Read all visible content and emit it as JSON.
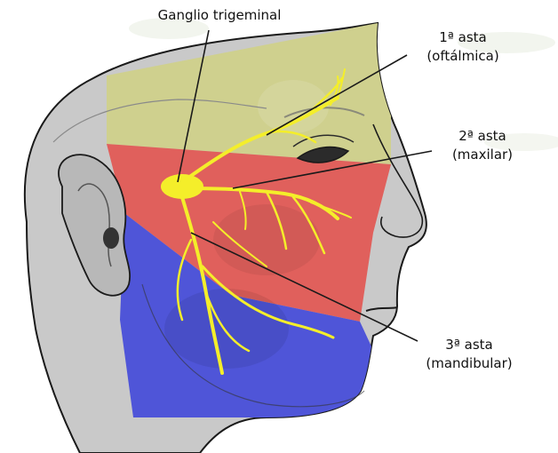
{
  "labels": {
    "ganglion": "Ganglio trigeminal",
    "branch1": {
      "line1": "1ª asta",
      "line2": "(oftálmica)"
    },
    "branch2": {
      "line1": "2ª asta",
      "line2": "(maxilar)"
    },
    "branch3": {
      "line1": "3ª asta",
      "line2": "(mandibular)"
    }
  },
  "colors": {
    "ophthalmic_zone": "#cfd08e",
    "maxillary_zone": "#e0605c",
    "mandibular_zone": "#4f55d8",
    "nerve": "#f4ee2a",
    "skin": "#c9c9c9",
    "outline": "#1a1a1a"
  }
}
